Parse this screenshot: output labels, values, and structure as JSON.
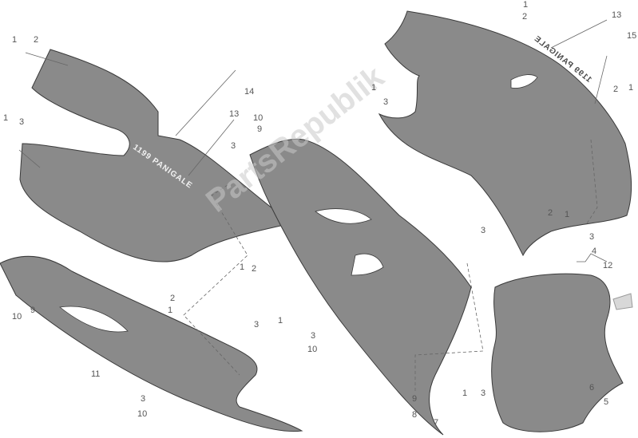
{
  "diagram": {
    "panel_color": "#8a8a8a",
    "edge_color": "#3a3a3a",
    "watermark": "PartsRepublik",
    "decal_left": "1199 PANIGALE",
    "decal_right": "1199 PANIGALE",
    "callouts": [
      "1",
      "2",
      "14",
      "13",
      "1",
      "3",
      "3",
      "10",
      "9",
      "1",
      "2",
      "2",
      "1",
      "3",
      "1",
      "10",
      "9",
      "11",
      "3",
      "10",
      "3",
      "10",
      "9",
      "8",
      "7",
      "1",
      "3",
      "6",
      "5",
      "3",
      "2",
      "1",
      "3",
      "4",
      "12",
      "1",
      "2",
      "13",
      "15",
      "1",
      "3",
      "2",
      "1"
    ]
  }
}
